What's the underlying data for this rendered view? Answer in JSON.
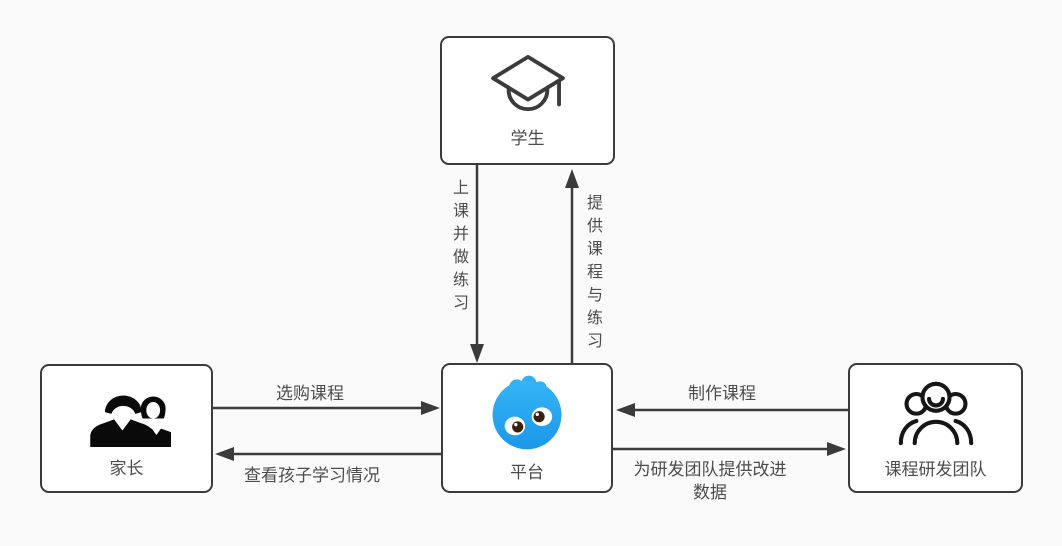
{
  "colors": {
    "background": "#fafafa",
    "box_border": "#3b3b3b",
    "arrow": "#3b3b3b",
    "text": "#4c4c4c",
    "mascot_blue_top": "#35b5f6",
    "mascot_blue_bottom": "#1b97e8",
    "mascot_pupil": "#38220e"
  },
  "nodes": {
    "student": {
      "label": "学生",
      "icon": "graduation-cap-icon"
    },
    "platform": {
      "label": "平台",
      "icon": "mascot-icon"
    },
    "parents": {
      "label": "家长",
      "icon": "parents-couple-icon"
    },
    "team": {
      "label": "课程研发团队",
      "icon": "team-group-icon"
    }
  },
  "edges": {
    "student_to_platform": {
      "label": "上课并做练习",
      "direction": "学生 → 平台"
    },
    "platform_to_student": {
      "label": "提供课程与练习",
      "direction": "平台 → 学生"
    },
    "parents_to_platform": {
      "label": "选购课程",
      "direction": "家长 → 平台"
    },
    "platform_to_parents": {
      "label": "查看孩子学习情况",
      "direction": "平台 → 家长"
    },
    "team_to_platform": {
      "label": "制作课程",
      "direction": "课程研发团队 → 平台"
    },
    "platform_to_team": {
      "label": "为研发团队提供改进数据",
      "lines": [
        "为研发团队提供改进",
        "数据"
      ],
      "direction": "平台 → 课程研发团队"
    }
  }
}
